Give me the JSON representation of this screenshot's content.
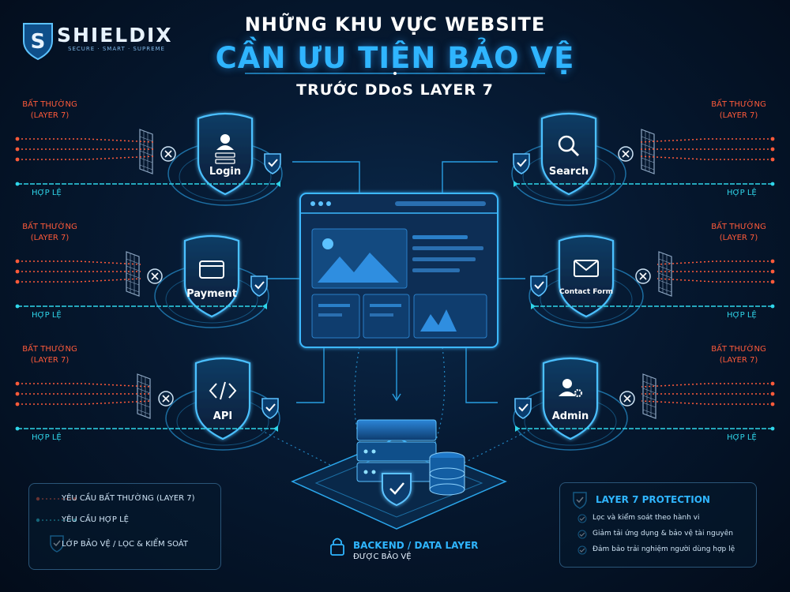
{
  "brand": {
    "name": "SHIELDIX",
    "tagline": "SECURE · SMART · SUPREME"
  },
  "title": {
    "line1": "NHỮNG KHU VỰC WEBSITE",
    "line2": "CẦN ƯU TIÊN BẢO VỆ",
    "line3": "TRƯỚC  DDoS LAYER 7"
  },
  "flow_labels": {
    "abnormal_line1": "BẤT THƯỜNG",
    "abnormal_line2": "(LAYER 7)",
    "valid": "HỢP LỆ"
  },
  "nodes": [
    {
      "id": "login",
      "label": "Login",
      "icon": "user-form-icon"
    },
    {
      "id": "payment",
      "label": "Payment",
      "icon": "credit-card-icon"
    },
    {
      "id": "api",
      "label": "API",
      "icon": "code-brackets-icon"
    },
    {
      "id": "search",
      "label": "Search",
      "icon": "magnifier-icon"
    },
    {
      "id": "contact",
      "label": "Contact Form",
      "icon": "envelope-icon"
    },
    {
      "id": "admin",
      "label": "Admin",
      "icon": "user-gear-icon"
    }
  ],
  "backend": {
    "line1": "BACKEND / DATA LAYER",
    "line2": "ĐƯỢC BẢO VỆ"
  },
  "legend": {
    "abnormal": "YÊU CẦU BẤT THƯỜNG (LAYER 7)",
    "valid": "YÊU CẦU HỢP LỆ",
    "shield": "LỚP BẢO VỆ / LỌC & KIỂM SOÁT"
  },
  "protection": {
    "title": "LAYER 7 PROTECTION",
    "items": [
      "Lọc và kiểm soát theo hành vi",
      "Giảm tải ứng dụng & bảo vệ tài nguyên",
      "Đảm bảo trải nghiệm người dùng hợp lệ"
    ]
  },
  "colors": {
    "accent": "#2fb5ff",
    "abnormal": "#ff5a3a",
    "valid": "#2fd6ea",
    "panel_border": "#2a5578"
  }
}
